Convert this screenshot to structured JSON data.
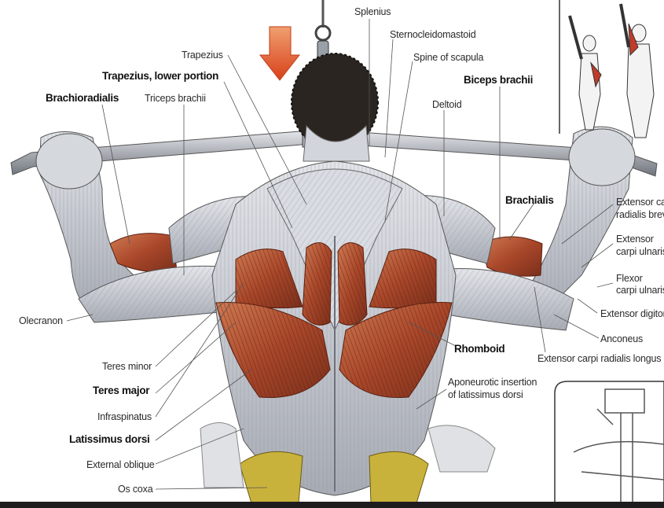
{
  "labels": {
    "splenius": "Splenius",
    "sternocleidomastoid": "Sternocleidomastoid",
    "trapezius": "Trapezius",
    "spine_of_scapula": "Spine of scapula",
    "trapezius_lower": "Trapezius, lower portion",
    "biceps_brachii": "Biceps brachii",
    "brachioradialis": "Brachioradialis",
    "triceps_brachii": "Triceps brachii",
    "deltoid": "Deltoid",
    "brachialis": "Brachialis",
    "extensor_carpi_radialis_brevis_1": "Extensor ca",
    "extensor_carpi_radialis_brevis_2": "radialis brev",
    "extensor_carpi_ulnaris_1": "Extensor",
    "extensor_carpi_ulnaris_2": "carpi ulnaris",
    "flexor_carpi_ulnaris_1": "Flexor",
    "flexor_carpi_ulnaris_2": "carpi ulnaris",
    "extensor_digitorum": "Extensor digitor",
    "anconeus": "Anconeus",
    "extensor_carpi_radialis_longus": "Extensor carpi radialis longus",
    "olecranon": "Olecranon",
    "rhomboid": "Rhomboid",
    "teres_minor": "Teres minor",
    "teres_major": "Teres major",
    "infraspinatus": "Infraspinatus",
    "aponeurotic_1": "Aponeurotic insertion",
    "aponeurotic_2": "of latissimus dorsi",
    "latissimus_dorsi": "Latissimus dorsi",
    "external_oblique": "External oblique",
    "os_coxa": "Os coxa"
  },
  "colors": {
    "muscle_red": "#b5522f",
    "muscle_grey": "#c9ccd4",
    "arrow": "#e2501f",
    "bone": "#c9b23b",
    "bar": "#b9bcc3"
  }
}
